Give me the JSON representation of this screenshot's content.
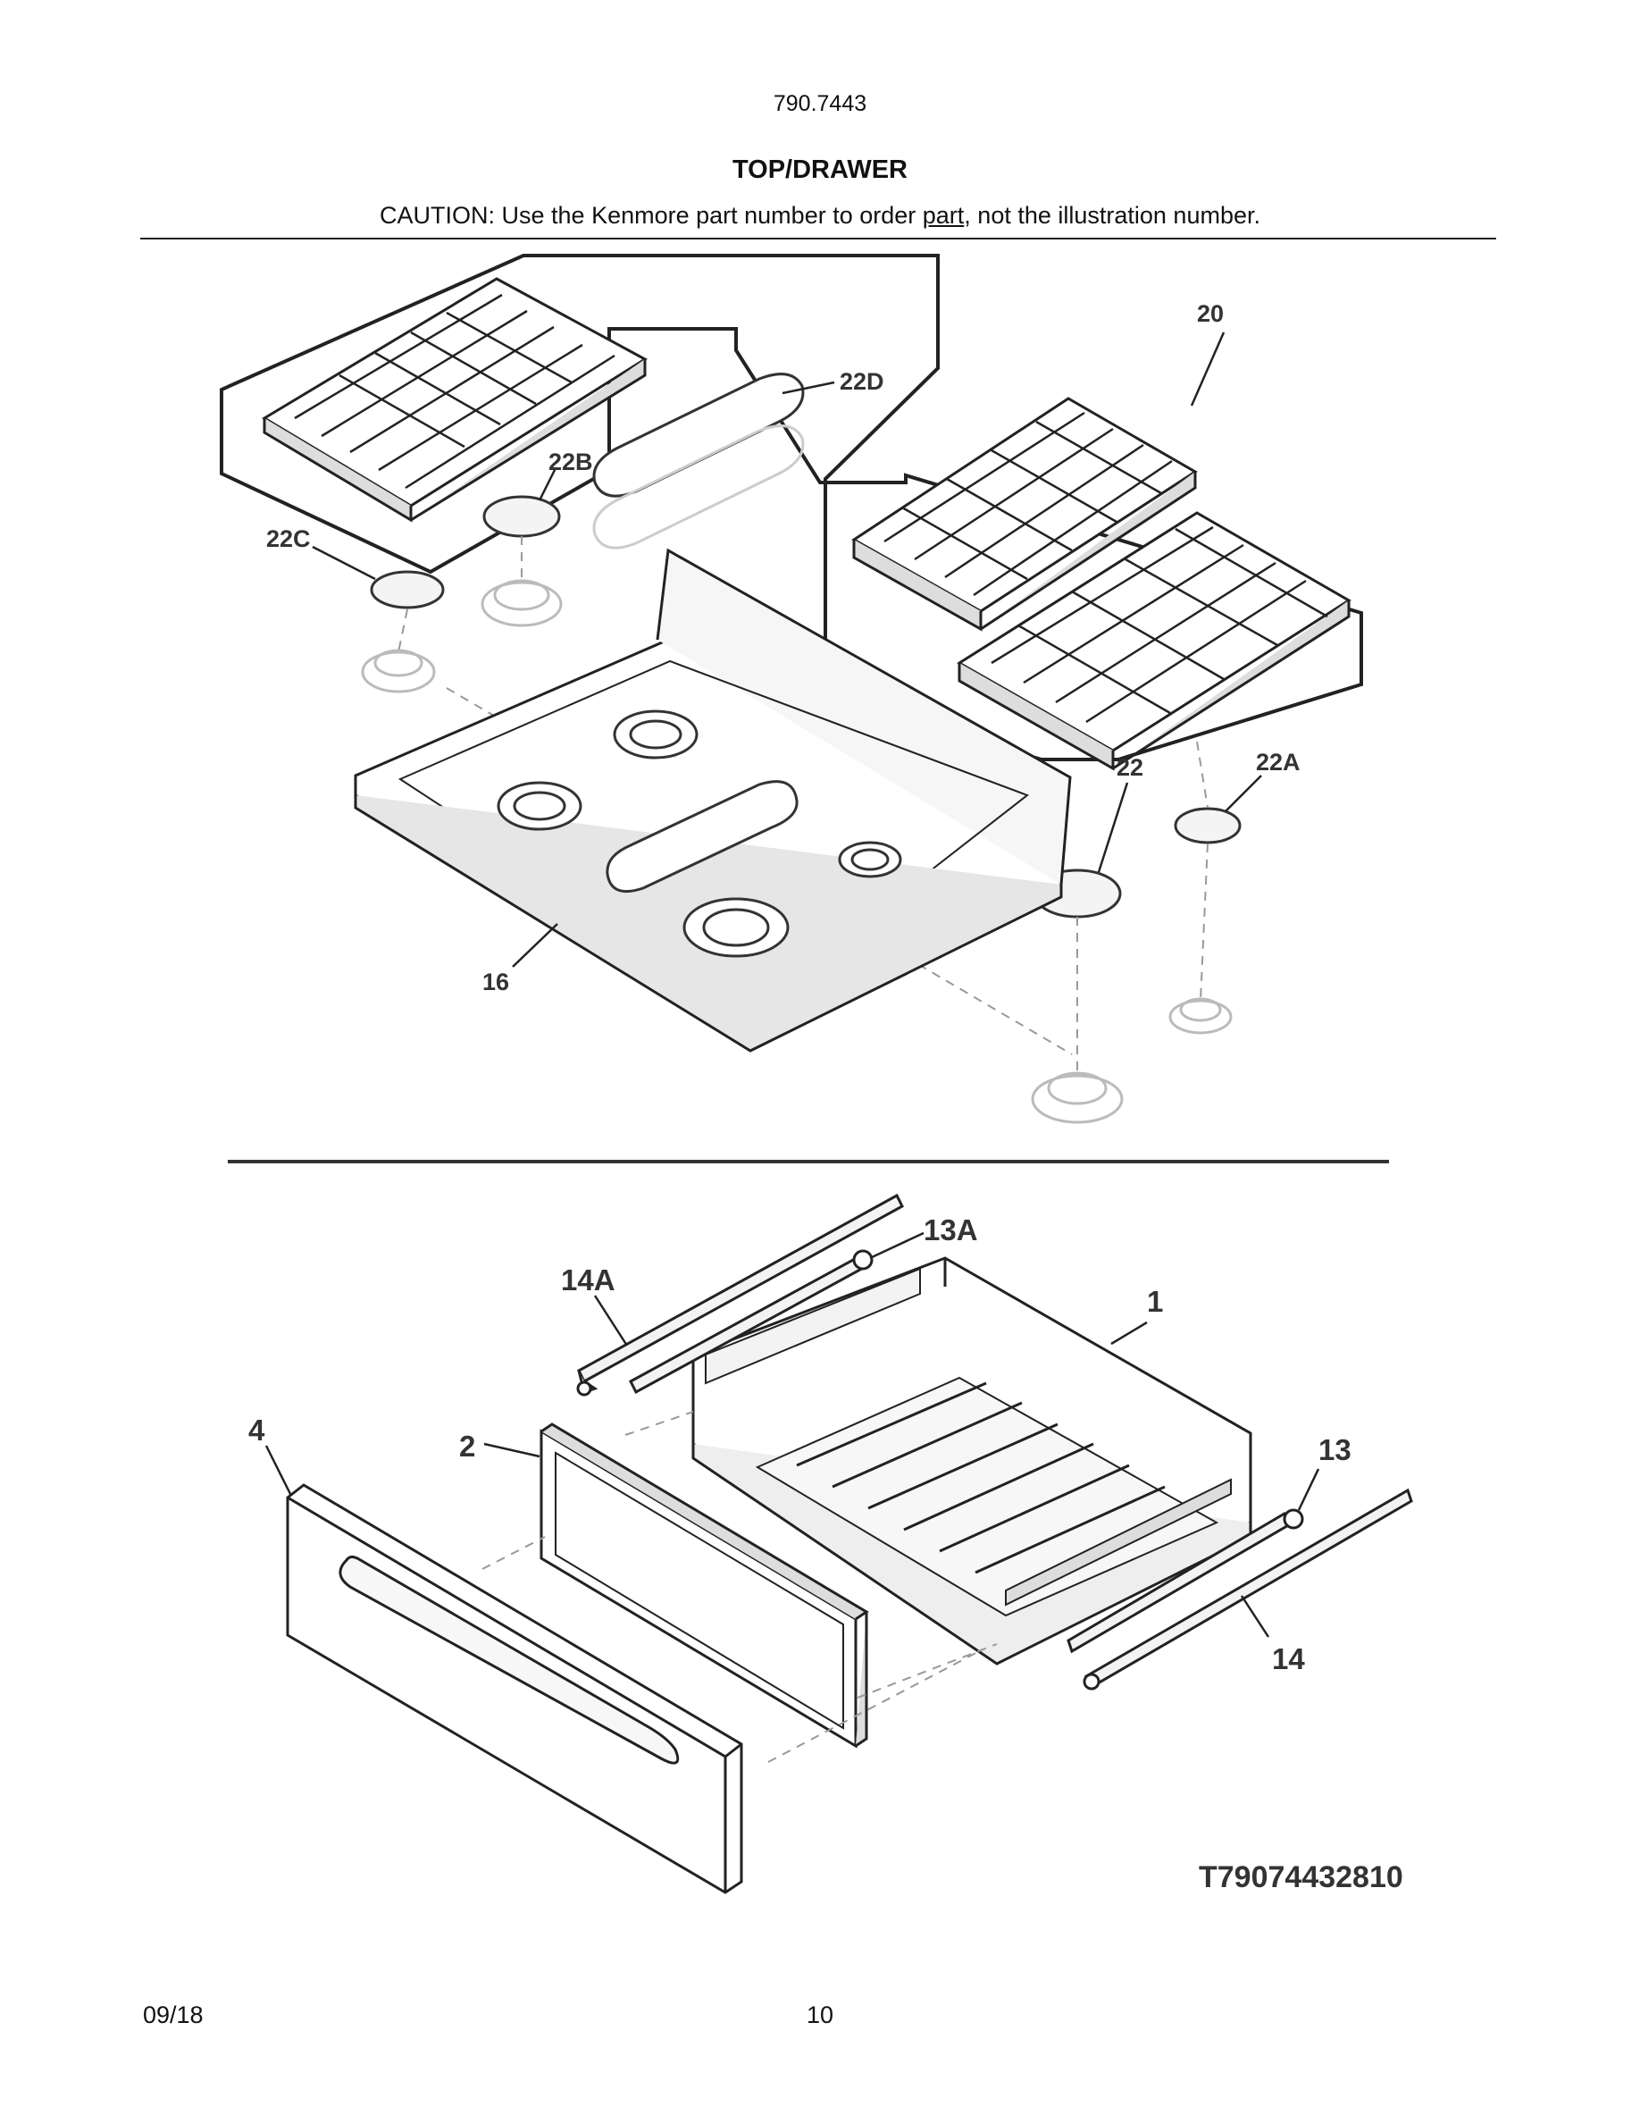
{
  "header": {
    "model_number": "790.7443",
    "section_title": "TOP/DRAWER",
    "caution_prefix": "CAUTION: Use the Kenmore part number to order ",
    "caution_link": "part",
    "caution_suffix": ", not the illustration number."
  },
  "callouts": {
    "c20": "20",
    "c22D": "22D",
    "c22B": "22B",
    "c22C": "22C",
    "c22": "22",
    "c22A": "22A",
    "c16": "16",
    "c13A": "13A",
    "c14A": "14A",
    "c1": "1",
    "c4": "4",
    "c2": "2",
    "c13": "13",
    "c14": "14"
  },
  "diagram_id": "T79074432810",
  "footer": {
    "date": "09/18",
    "page_number": "10"
  }
}
